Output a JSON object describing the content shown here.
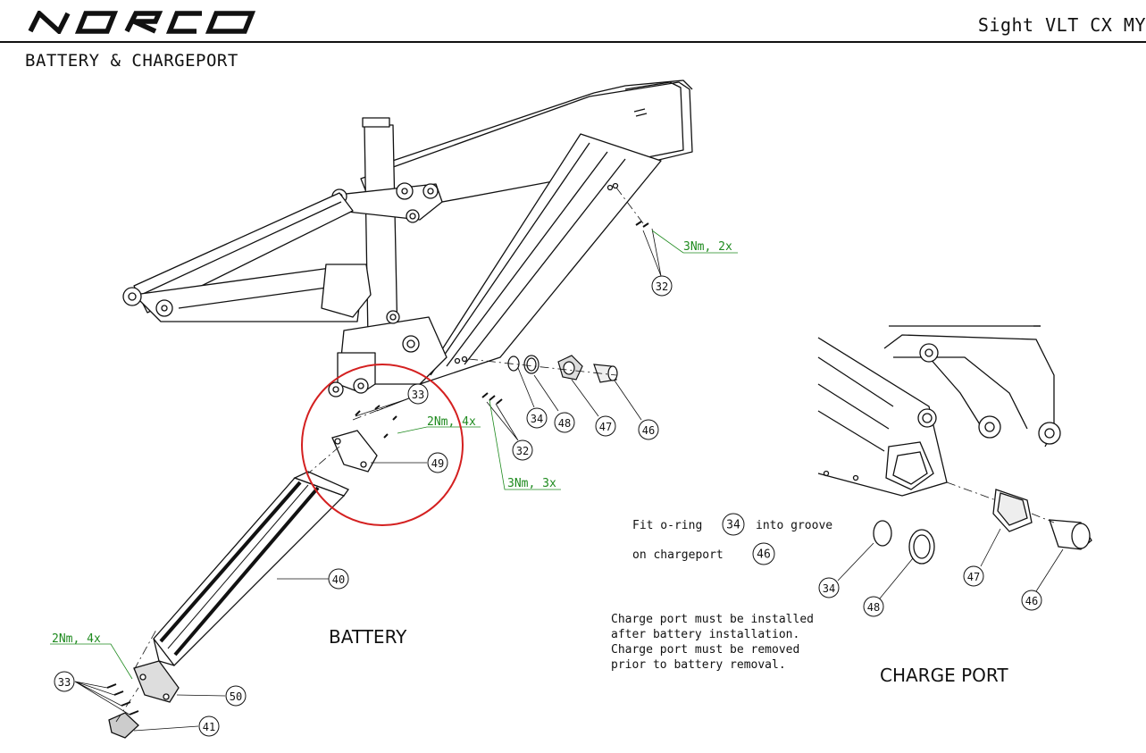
{
  "header": {
    "logo_text": "NORCO",
    "model": "Sight VLT CX MY",
    "section": "BATTERY & CHARGEPORT"
  },
  "labels": {
    "battery": "BATTERY",
    "charge_port": "CHARGE PORT"
  },
  "torque": {
    "top_bolts": "3Nm, 2x",
    "cover_bolts": "2Nm, 4x",
    "port_bolts": "3Nm, 3x",
    "bottom_bolts": "2Nm, 4x"
  },
  "callouts": {
    "c32a": "32",
    "c33a": "33",
    "c34a": "34",
    "c48a": "48",
    "c47a": "47",
    "c46a": "46",
    "c32b": "32",
    "c49": "49",
    "c40": "40",
    "c33b": "33",
    "c50": "50",
    "c41": "41",
    "c34b": "34",
    "c48b": "48",
    "c47b": "47",
    "c46b": "46",
    "c34n": "34",
    "c46n": "46"
  },
  "notes": {
    "oring_pre": "Fit o-ring",
    "oring_post": "into groove",
    "chargeport_pre": "on chargeport",
    "warning": [
      "Charge port must be installed",
      "after battery installation.",
      "Charge port must be removed",
      "prior to battery removal."
    ]
  },
  "colors": {
    "torque_green": "#1e8a1e",
    "highlight_red": "#d42020",
    "line": "#111111"
  }
}
